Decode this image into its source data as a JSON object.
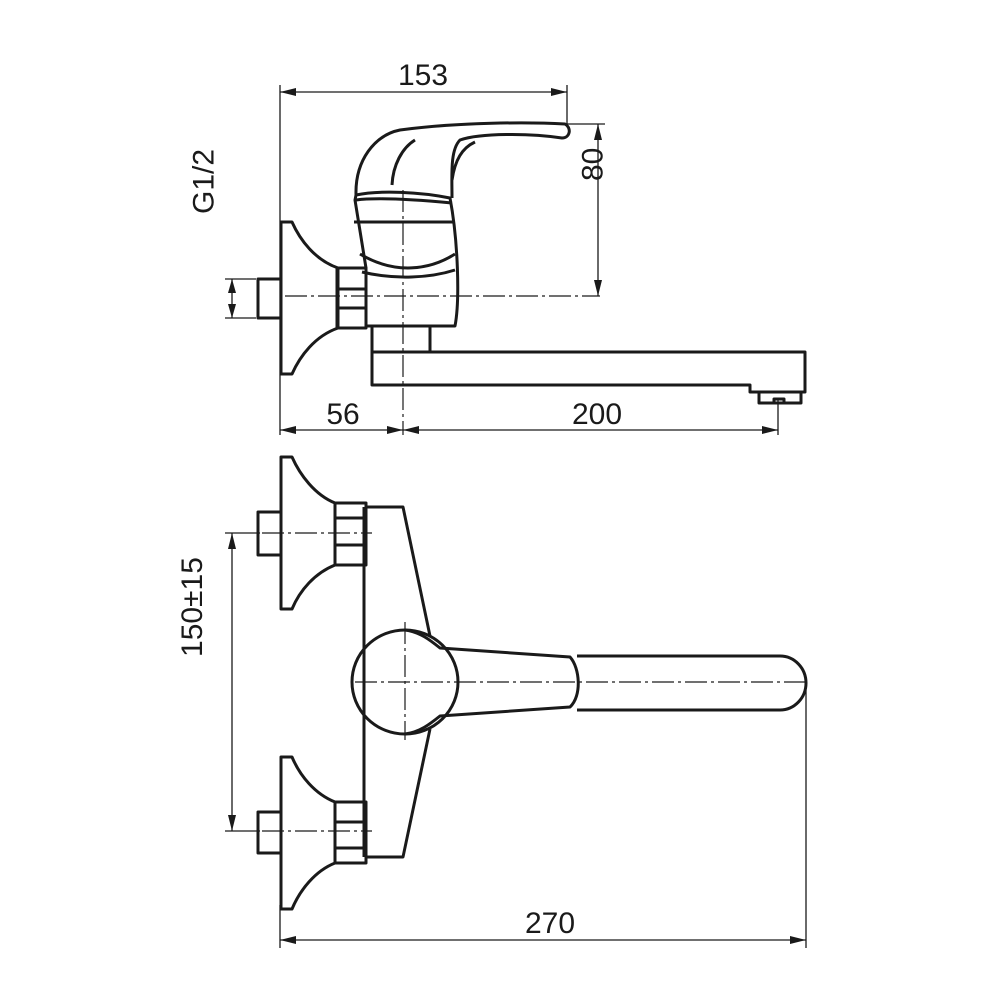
{
  "title": "Wall-mounted single lever mixer – dimension drawing",
  "dimensions": {
    "overall_height_width": "153",
    "lever_height": "80",
    "thread": "G1/2",
    "wall_to_axis": "56",
    "spout_reach": "200",
    "inlet_spacing": "150±15",
    "overall_length": "270"
  },
  "colors": {
    "line": "#1a1a1a",
    "background": "#ffffff"
  }
}
